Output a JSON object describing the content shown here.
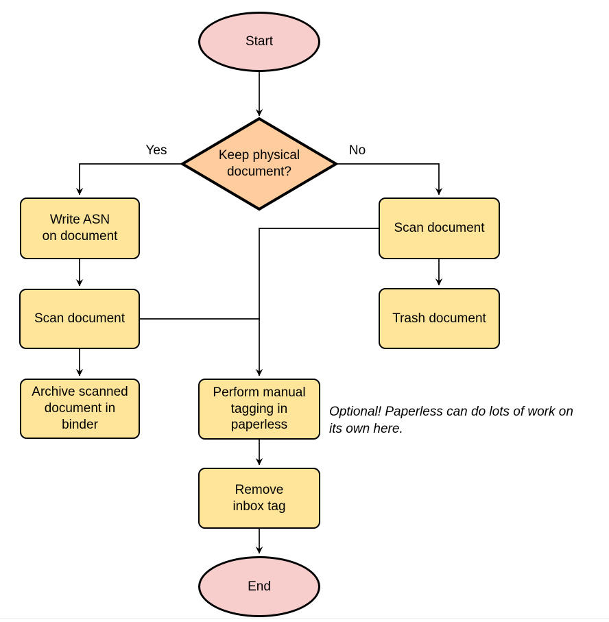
{
  "diagram": {
    "type": "flowchart",
    "nodes": {
      "start": {
        "label": "Start",
        "shape": "terminal"
      },
      "decision": {
        "label": "Keep physical\ndocument?",
        "shape": "decision"
      },
      "write_asn": {
        "label": "Write ASN\non document",
        "shape": "process"
      },
      "scan_left": {
        "label": "Scan document",
        "shape": "process"
      },
      "archive": {
        "label": "Archive scanned\ndocument in\nbinder",
        "shape": "process"
      },
      "scan_right": {
        "label": "Scan document",
        "shape": "process"
      },
      "trash": {
        "label": "Trash document",
        "shape": "process"
      },
      "tagging": {
        "label": "Perform manual\ntagging in\npaperless",
        "shape": "process"
      },
      "remove_inbox": {
        "label": "Remove\ninbox tag",
        "shape": "process"
      },
      "end": {
        "label": "End",
        "shape": "terminal"
      }
    },
    "edge_labels": {
      "yes": "Yes",
      "no": "No"
    },
    "annotation": {
      "text": "Optional! Paperless can do lots of work on\nits own here."
    },
    "colors": {
      "terminal_fill": "#f8cecc",
      "decision_fill": "#ffcc9e",
      "process_fill": "#ffe59a",
      "stroke": "#000000",
      "line": "#000000",
      "text": "#000000",
      "baseline_rule": "#eeeeeb"
    }
  }
}
